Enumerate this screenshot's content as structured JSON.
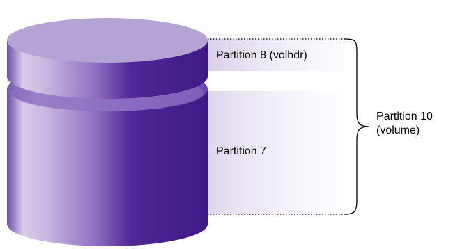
{
  "diagram": {
    "labels": {
      "partition8": "Partition 8 (volhdr)",
      "partition7": "Partition 7",
      "partition10_line1": "Partition 10",
      "partition10_line2": "(volume)"
    }
  }
}
